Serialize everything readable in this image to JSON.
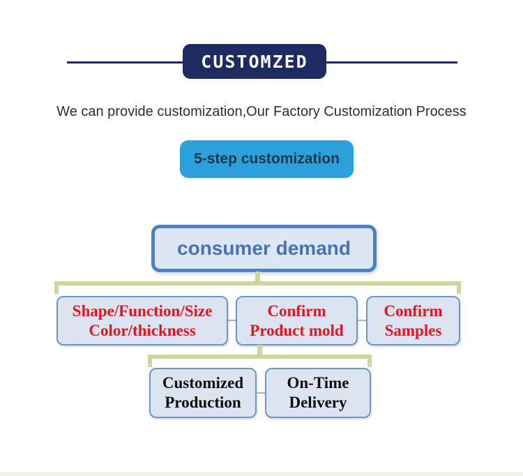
{
  "page": {
    "background": "#ffffff",
    "accent_navy": "#1e2b63",
    "accent_blue": "#2ba0da",
    "connector_green": "#ccd69c"
  },
  "header": {
    "banner_label": "CUSTOMZED",
    "subtitle": "We can provide customization,Our Factory Customization Process",
    "step_button_label": "5-step customization"
  },
  "flowchart": {
    "root": {
      "label": "consumer demand",
      "text_color": "#4a74ad",
      "border_color": "#4d80c6",
      "fill": "#dce6f5"
    },
    "level2_text_color": "#e8131f",
    "level3_text_color": "#0d0d0d",
    "node_fill": "#dce4f1",
    "node_border": "#6d95c5",
    "level2": [
      {
        "line1": "Shape/Function/Size",
        "line2": "Color/thickness"
      },
      {
        "line1": "Confirm",
        "line2": "Product mold"
      },
      {
        "line1": "Confirm",
        "line2": "Samples"
      }
    ],
    "level3": [
      {
        "line1": "Customized",
        "line2": "Production"
      },
      {
        "line1": "On-Time",
        "line2": "Delivery"
      }
    ]
  }
}
